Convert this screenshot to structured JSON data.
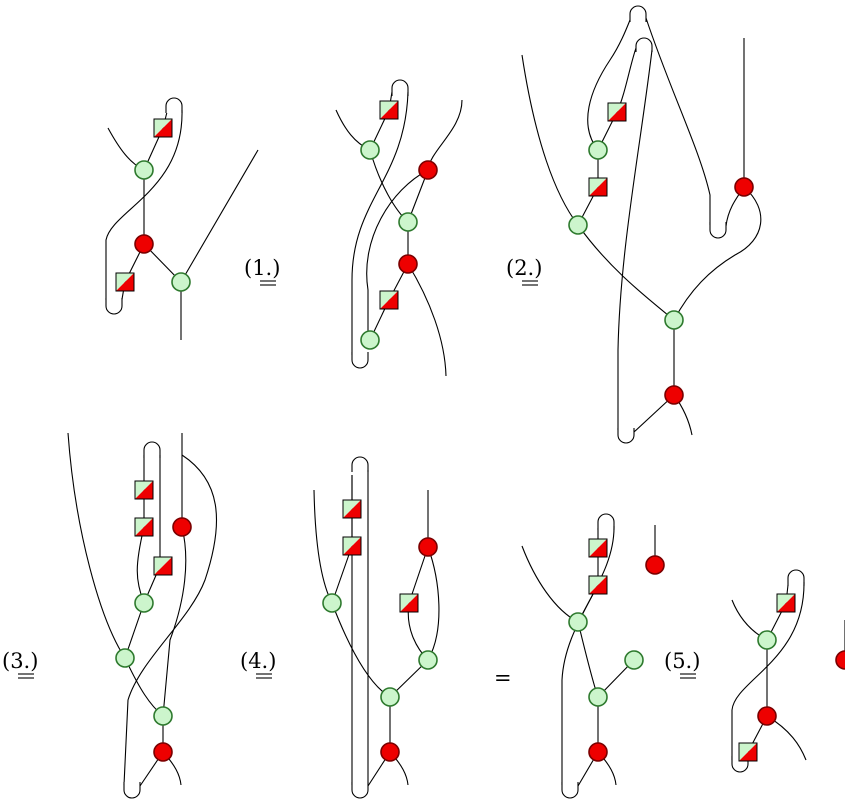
{
  "labels": {
    "step1": "(1.)",
    "step2": "(2.)",
    "step3": "(3.)",
    "step4": "(4.)",
    "eq": "=",
    "step5": "(5.)"
  },
  "colors": {
    "green_spider_fill": "#ccf5cc",
    "green_spider_stroke": "#2e7a2e",
    "red_spider_fill": "#ee0000",
    "red_spider_stroke": "#7a0000",
    "hadamard_box": "red/green diagonal split square"
  }
}
